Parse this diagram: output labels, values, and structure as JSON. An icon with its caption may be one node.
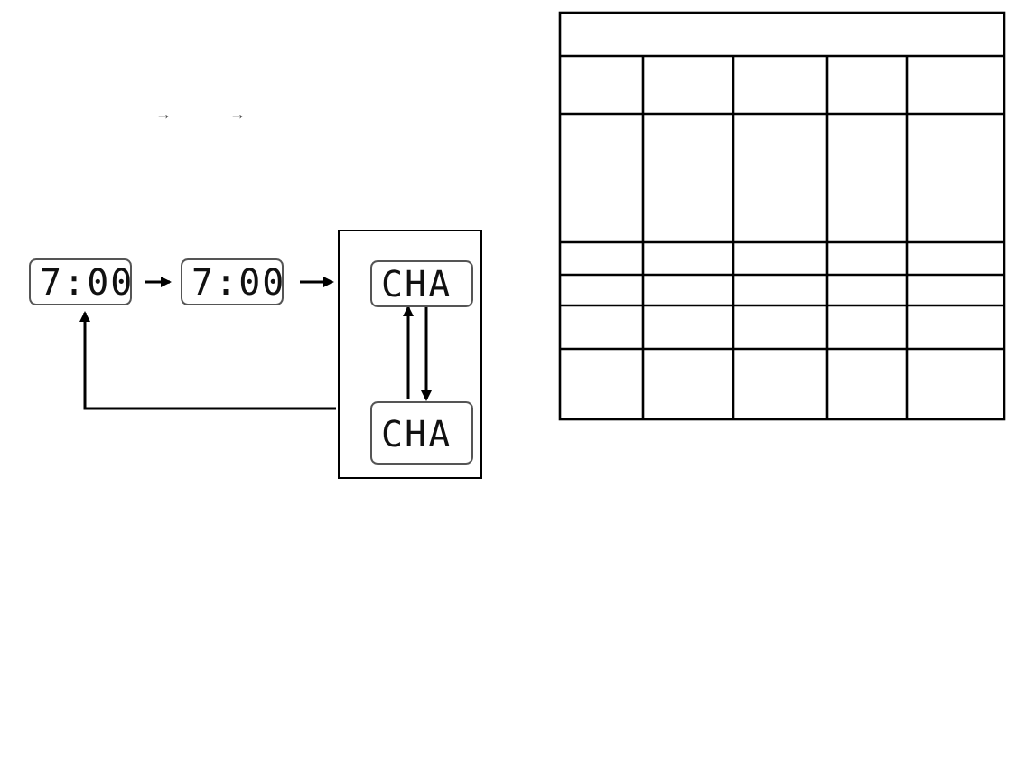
{
  "diagram": {
    "nodes": [
      {
        "text": [
          "7:00"
        ]
      },
      {
        "text": [
          "7:00"
        ]
      },
      {
        "text": [],
        "shape": "box"
      },
      {
        "text": [
          "CHA"
        ],
        "in": 2
      },
      {
        "text": [
          "CHA"
        ],
        "in": 2
      }
    ],
    "edges": [
      {
        "from": 0,
        "to": 1,
        "arrow": "to"
      },
      {
        "from": 1,
        "to": 2,
        "arrow": "to"
      },
      {
        "from": 4,
        "to": 3,
        "arrow": "to"
      },
      {
        "from": 3,
        "to": 4,
        "arrow": "to"
      },
      {
        "from": 2,
        "to": 0,
        "arrow": "to"
      }
    ],
    "labels": [
      "→",
      "→"
    ]
  }
}
